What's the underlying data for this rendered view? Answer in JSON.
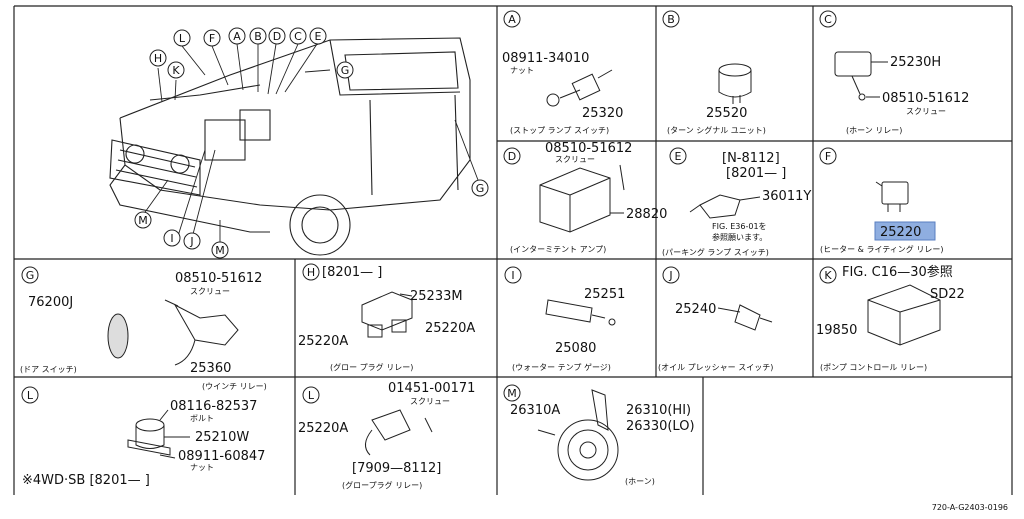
{
  "vehicle_letters": [
    "L",
    "F",
    "A",
    "B",
    "D",
    "C",
    "E",
    "H",
    "K",
    "G",
    "G",
    "M",
    "I",
    "J",
    "M"
  ],
  "sections": {
    "A": {
      "letter": "A",
      "parts": [
        "08911-34010",
        "25320"
      ],
      "note": "ナット",
      "caption": "(ストップ ランプ スイッチ)"
    },
    "B": {
      "letter": "B",
      "parts": [
        "25520"
      ],
      "caption": "(ターン シグナル ユニット)"
    },
    "C": {
      "letter": "C",
      "parts": [
        "25230H",
        "08510-51612"
      ],
      "note": "スクリュー",
      "caption": "(ホーン リレー)"
    },
    "D": {
      "letter": "D",
      "parts": [
        "08510-51612",
        "28820"
      ],
      "note": "スクリュー",
      "caption": "(インターミテント アンプ)"
    },
    "E": {
      "letter": "E",
      "range": "[N-8112]",
      "range2": "[8201—   ]",
      "parts": [
        "36011Y"
      ],
      "ref1": "FIG. E36-01を",
      "ref2": "参照願います。",
      "caption": "(パーキング ランプ スイッチ)"
    },
    "F": {
      "letter": "F",
      "parts": [
        "25220"
      ],
      "caption": "(ヒーター & ライティング リレー)"
    },
    "G": {
      "letter": "G",
      "parts": [
        "08510-51612",
        "76200J",
        "25360"
      ],
      "note": "スクリュー",
      "caption": "(ドア スイッチ)"
    },
    "H": {
      "letter": "H",
      "range": "[8201—       ]",
      "parts": [
        "25233M",
        "25220A",
        "25220A"
      ],
      "caption": "(グロー プラグ リレー)"
    },
    "I": {
      "letter": "I",
      "parts": [
        "25251",
        "25080"
      ],
      "caption": "(ウォーター テンプ ゲージ)"
    },
    "J": {
      "letter": "J",
      "parts": [
        "25240"
      ],
      "caption": "(オイル プレッシャー スイッチ)"
    },
    "K": {
      "letter": "K",
      "ref": "FIG. C16—30参照",
      "variant": "SD22",
      "parts": [
        "19850"
      ],
      "caption": "(ポンプ コントロール リレー)"
    },
    "L1": {
      "letter": "L",
      "top_caption": "(ウインチ リレー)",
      "parts": [
        "08116-82537",
        "25210W",
        "08911-60847"
      ],
      "note1": "ボルト",
      "note2": "ナット",
      "range": "※4WD·SB [8201—       ]"
    },
    "L2": {
      "letter": "L",
      "parts": [
        "01451-00171",
        "25220A"
      ],
      "note": "スクリュー",
      "range": "[7909—8112]",
      "caption": "(グロープラグ リレー)"
    },
    "M": {
      "letter": "M",
      "parts": [
        "26310A",
        "26310(HI)",
        "26330(LO)"
      ],
      "caption": "(ホーン)"
    }
  },
  "drawing_number": "720-A-G2403-0196",
  "highlight_color": "#8faee0"
}
